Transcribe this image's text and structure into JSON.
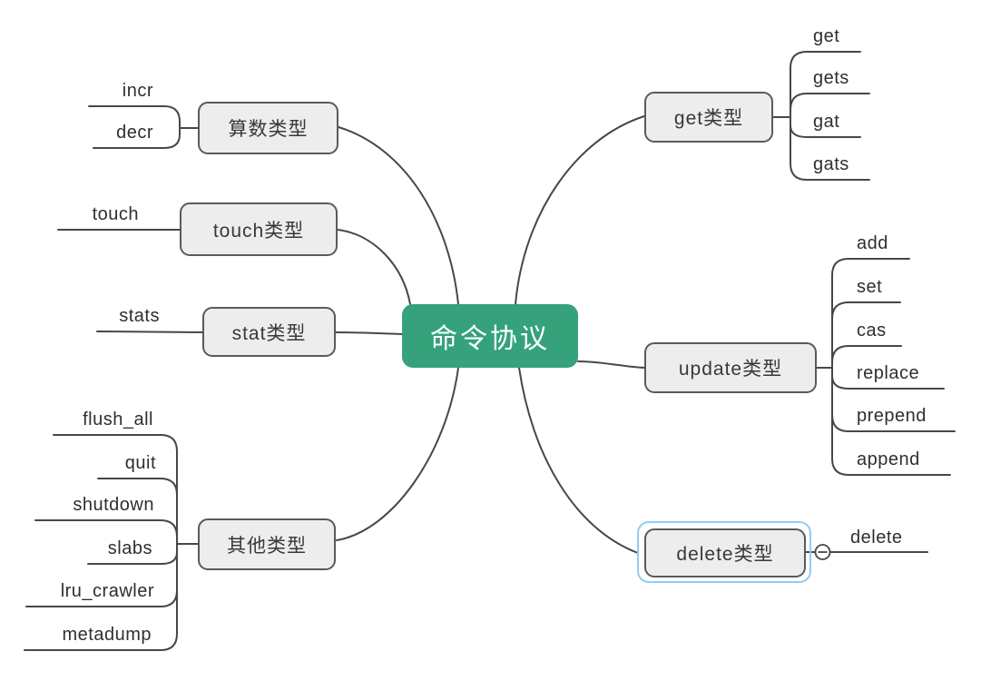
{
  "root": {
    "label": "命令协议"
  },
  "branches": [
    {
      "id": "arithmetic",
      "label": "算数类型",
      "children": [
        "incr",
        "decr"
      ]
    },
    {
      "id": "touch",
      "label": "touch类型",
      "children": [
        "touch"
      ]
    },
    {
      "id": "stat",
      "label": "stat类型",
      "children": [
        "stats"
      ]
    },
    {
      "id": "other",
      "label": "其他类型",
      "children": [
        "flush_all",
        "quit",
        "shutdown",
        "slabs",
        "lru_crawler",
        "metadump"
      ]
    },
    {
      "id": "get",
      "label": "get类型",
      "children": [
        "get",
        "gets",
        "gat",
        "gats"
      ]
    },
    {
      "id": "update",
      "label": "update类型",
      "children": [
        "add",
        "set",
        "cas",
        "replace",
        "prepend",
        "append"
      ]
    },
    {
      "id": "delete",
      "label": "delete类型",
      "selected": true,
      "collapsed": false,
      "children": [
        "delete"
      ]
    }
  ],
  "icons": {
    "collapse": "minus-circle-icon"
  },
  "colors": {
    "background": "#ffffff",
    "root_bg": "#35a27c",
    "root_text": "#ffffff",
    "branch_bg": "#ededed",
    "branch_border": "#5a5a5a",
    "edge": "#474747",
    "leaf_text": "#2f2f2f",
    "selection": "#8fcdf3"
  }
}
